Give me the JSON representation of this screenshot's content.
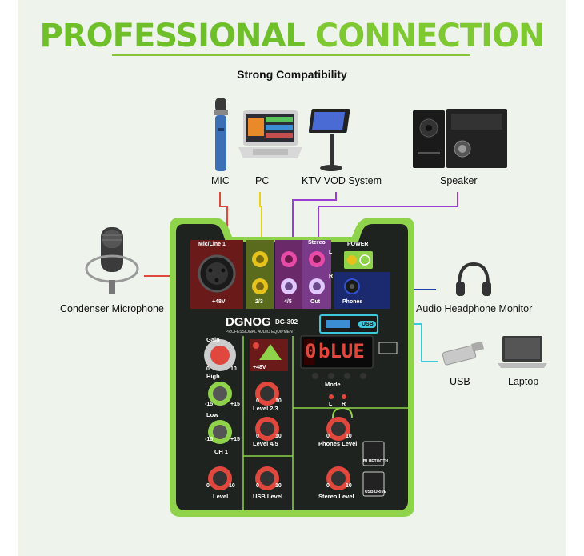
{
  "header": {
    "title_part1": "PROFESSIONAL",
    "title_part2": "CONNECTION",
    "subtitle": "Strong Compatibility"
  },
  "devices": {
    "mic": "MIC",
    "pc": "PC",
    "ktv": "KTV VOD System",
    "speaker": "Speaker",
    "condenser": "Condenser Microphone",
    "headphone": "Audio Headphone Monitor",
    "usb": "USB",
    "laptop": "Laptop"
  },
  "mixer": {
    "brand": "DGNOG",
    "brand_tagline": "PROFESSIONAL AUDIO EQUIPMENT",
    "model": "DG-302",
    "display_text": "bLUE",
    "display_digit": "0",
    "ports": {
      "mic_line": "Mic/Line 1",
      "p48v": "+48V",
      "in23": "2/3",
      "in45": "4/5",
      "stereo": "Stereo",
      "l": "L",
      "r": "R",
      "out": "Out",
      "power": "POWER",
      "phones": "Phones",
      "usb_tag": "USB"
    },
    "controls": {
      "gain": "Gain",
      "high": "High",
      "low": "Low",
      "ch1": "CH 1",
      "level": "Level",
      "usb_level": "USB Level",
      "level23": "Level 2/3",
      "level45": "Level 4/5",
      "phones_level": "Phones Level",
      "stereo_level": "Stereo Level",
      "mode": "Mode",
      "led_l": "L",
      "led_r": "R",
      "bluetooth": "BLUETOOTH",
      "usb_drive": "USB DRIVE",
      "p48v_button": "+48V",
      "tick_0": "0",
      "tick_10": "10",
      "tick_m15": "-15",
      "tick_p15": "+15"
    }
  },
  "colors": {
    "title_green": "#6fbf2a",
    "device_green": "#8ed34a",
    "cable_red": "#e0473d",
    "cable_yellow": "#e6d21c",
    "cable_purple": "#9b3fd1",
    "cable_blue": "#1f3fb0",
    "cable_cyan": "#3ec8dc"
  }
}
